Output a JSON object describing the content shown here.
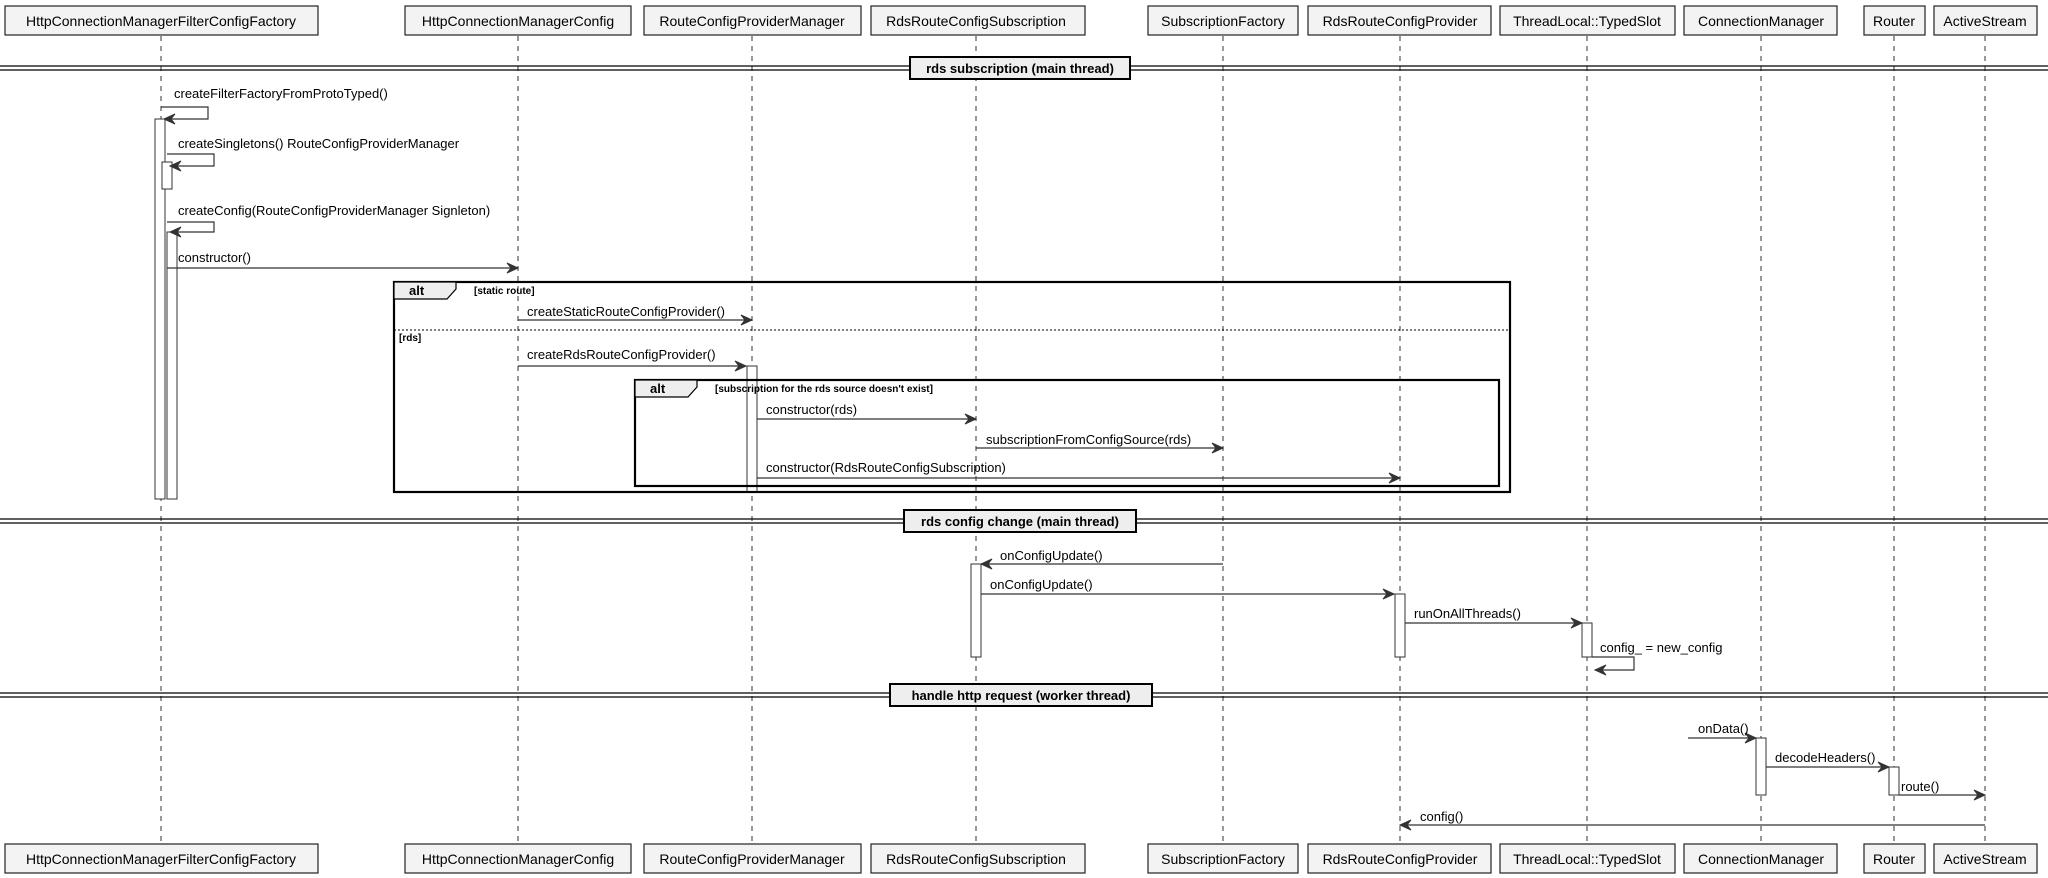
{
  "participants": [
    {
      "id": "hcmfcf",
      "label": "HttpConnectionManagerFilterConfigFactory"
    },
    {
      "id": "hcmc",
      "label": "HttpConnectionManagerConfig"
    },
    {
      "id": "rcpm",
      "label": "RouteConfigProviderManager"
    },
    {
      "id": "rdsrcs",
      "label": "RdsRouteConfigSubscription"
    },
    {
      "id": "subfac",
      "label": "SubscriptionFactory"
    },
    {
      "id": "rdsrcp",
      "label": "RdsRouteConfigProvider"
    },
    {
      "id": "tls",
      "label": "ThreadLocal::TypedSlot"
    },
    {
      "id": "cm",
      "label": "ConnectionManager"
    },
    {
      "id": "router",
      "label": "Router"
    },
    {
      "id": "as",
      "label": "ActiveStream"
    }
  ],
  "sections": [
    {
      "label": "rds subscription (main thread)"
    },
    {
      "label": "rds config change (main thread)"
    },
    {
      "label": "handle http request (worker thread)"
    }
  ],
  "frames": [
    {
      "keyword": "alt",
      "conditions": [
        "[static route]",
        "[rds]"
      ]
    },
    {
      "keyword": "alt",
      "conditions": [
        "[subscription for the rds source doesn't exist]"
      ]
    }
  ],
  "messages": [
    {
      "from": "hcmfcf",
      "to": "hcmfcf",
      "label": "createFilterFactoryFromProtoTyped()"
    },
    {
      "from": "hcmfcf",
      "to": "hcmfcf",
      "label": "createSingletons() RouteConfigProviderManager"
    },
    {
      "from": "hcmfcf",
      "to": "hcmfcf",
      "label": "createConfig(RouteConfigProviderManager Signleton)"
    },
    {
      "from": "hcmfcf",
      "to": "hcmc",
      "label": "constructor()"
    },
    {
      "from": "hcmc",
      "to": "rcpm",
      "label": "createStaticRouteConfigProvider()"
    },
    {
      "from": "hcmc",
      "to": "rcpm",
      "label": "createRdsRouteConfigProvider()"
    },
    {
      "from": "rcpm",
      "to": "rdsrcs",
      "label": "constructor(rds)"
    },
    {
      "from": "rdsrcs",
      "to": "subfac",
      "label": "subscriptionFromConfigSource(rds)"
    },
    {
      "from": "rcpm",
      "to": "rdsrcp",
      "label": "constructor(RdsRouteConfigSubscription)"
    },
    {
      "from": "subfac",
      "to": "rdsrcs",
      "label": "onConfigUpdate()"
    },
    {
      "from": "rdsrcs",
      "to": "rdsrcp",
      "label": "onConfigUpdate()"
    },
    {
      "from": "rdsrcp",
      "to": "tls",
      "label": "runOnAllThreads()"
    },
    {
      "from": "tls",
      "to": "tls",
      "label": "config_ = new_config"
    },
    {
      "from": "",
      "to": "cm",
      "label": "onData()"
    },
    {
      "from": "cm",
      "to": "router",
      "label": "decodeHeaders()"
    },
    {
      "from": "router",
      "to": "as",
      "label": "route()"
    },
    {
      "from": "as",
      "to": "rdsrcp",
      "label": "config()"
    }
  ]
}
